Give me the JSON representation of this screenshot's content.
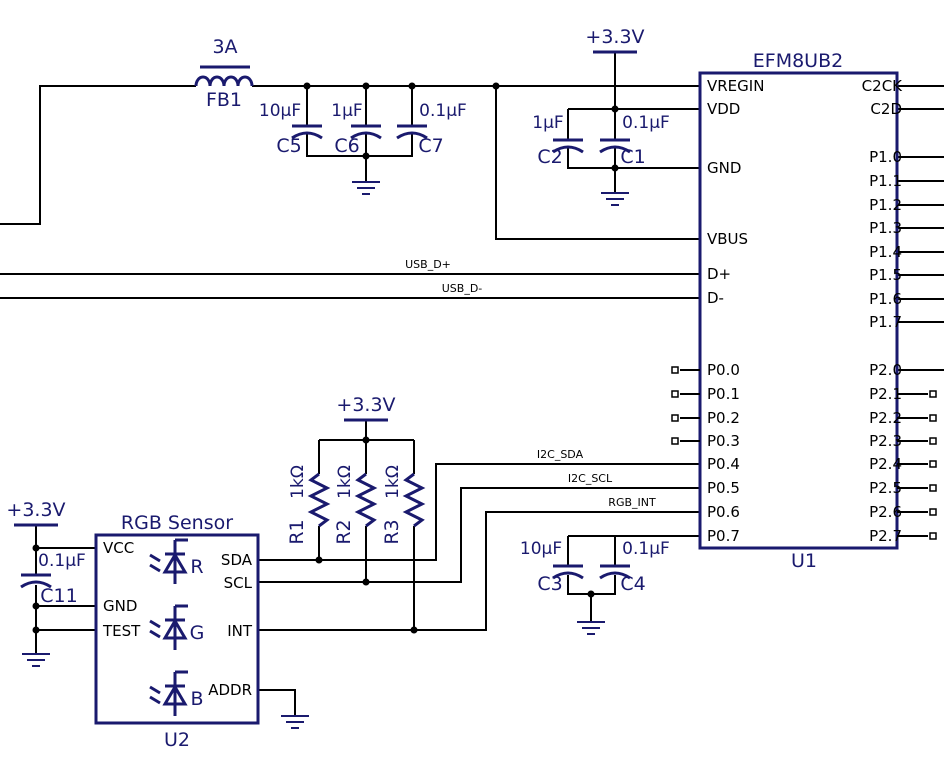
{
  "colors": {
    "symbol": "#1a1a6e",
    "wire": "#000000",
    "background": "#ffffff"
  },
  "mcu": {
    "name": "EFM8UB2",
    "ref": "U1",
    "left_pins": [
      "VREGIN",
      "VDD",
      "GND",
      "VBUS",
      "D+",
      "D-",
      "P0.0",
      "P0.1",
      "P0.2",
      "P0.3",
      "P0.4",
      "P0.5",
      "P0.6",
      "P0.7"
    ],
    "right_pins": [
      "C2CK",
      "C2D",
      "P1.0",
      "P1.1",
      "P1.2",
      "P1.3",
      "P1.4",
      "P1.5",
      "P1.6",
      "P1.7",
      "P2.0",
      "P2.1",
      "P2.2",
      "P2.3",
      "P2.4",
      "P2.5",
      "P2.6",
      "P2.7"
    ]
  },
  "sensor": {
    "title": "RGB Sensor",
    "ref": "U2",
    "left_pins": [
      "VCC",
      "GND",
      "TEST"
    ],
    "right_pins": [
      "SDA",
      "SCL",
      "INT",
      "ADDR"
    ],
    "led_labels": [
      "R",
      "G",
      "B"
    ]
  },
  "supplies": {
    "mcu": "+3.3V",
    "pullups": "+3.3V",
    "sensor": "+3.3V"
  },
  "ferrite": {
    "rating": "3A",
    "ref": "FB1"
  },
  "capacitors": [
    {
      "ref": "C5",
      "value": "10μF"
    },
    {
      "ref": "C6",
      "value": "1μF"
    },
    {
      "ref": "C7",
      "value": "0.1μF"
    },
    {
      "ref": "C2",
      "value": "1μF"
    },
    {
      "ref": "C1",
      "value": "0.1μF"
    },
    {
      "ref": "C3",
      "value": "10μF"
    },
    {
      "ref": "C4",
      "value": "0.1μF"
    },
    {
      "ref": "C11",
      "value": "0.1μF"
    }
  ],
  "resistors": [
    {
      "ref": "R1",
      "value": "1kΩ"
    },
    {
      "ref": "R2",
      "value": "1kΩ"
    },
    {
      "ref": "R3",
      "value": "1kΩ"
    }
  ],
  "nets": {
    "usb_dp": "USB_D+",
    "usb_dm": "USB_D-",
    "sda": "I2C_SDA",
    "scl": "I2C_SCL",
    "int": "RGB_INT"
  }
}
